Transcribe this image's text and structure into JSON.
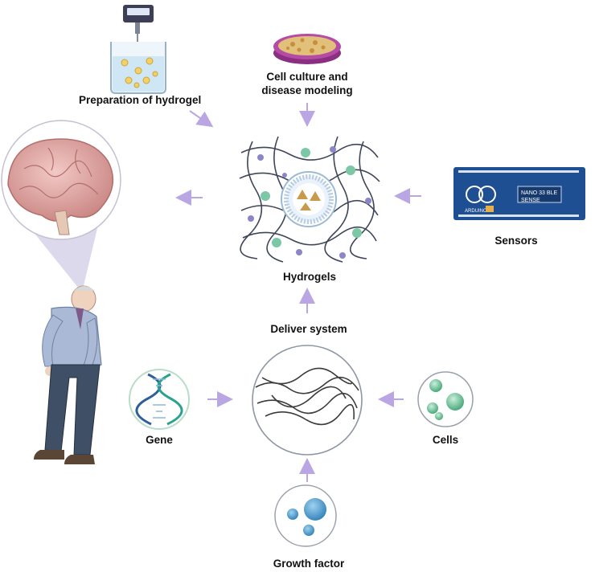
{
  "labels": {
    "preparation": "Preparation of hydrogel",
    "cell_culture_line1": "Cell culture and",
    "cell_culture_line2": "disease modeling",
    "hydrogels": "Hydrogels",
    "sensors": "Sensors",
    "deliver_system": "Deliver system",
    "gene": "Gene",
    "cells": "Cells",
    "growth_factor": "Growth factor"
  },
  "board_text": {
    "line1": "NANO 33 BLE",
    "line2": "SENSE",
    "brand": "ARDUINO"
  },
  "colors": {
    "arrow": "#b9a6e2",
    "hydrogel_node_green": "#7cc8a6",
    "hydrogel_node_purple": "#8c86c8",
    "dna_blue": "#2f5f9a",
    "dna_teal": "#2aa38c",
    "board_blue": "#1f4f93",
    "cells_green": "#4bb07f",
    "growth_blue": "#3a8fc2",
    "brain_pink": "#e3a9a6",
    "petri_purple": "#b54ba5"
  }
}
